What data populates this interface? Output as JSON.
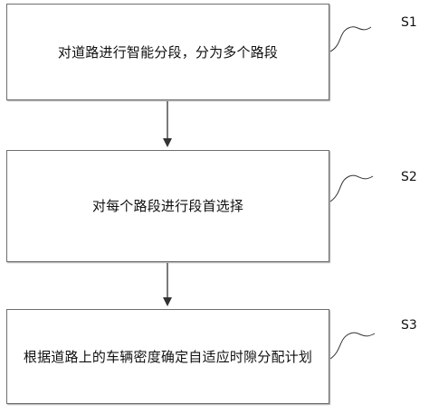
{
  "steps": [
    {
      "id": "S1",
      "text": "对道路进行智能分段，分为多个路段"
    },
    {
      "id": "S2",
      "text": "对每个路段进行段首选择"
    },
    {
      "id": "S3",
      "text": "根据道路上的车辆密度确定自适应时隙分配计划"
    }
  ],
  "colors": {
    "box_border": "#6e6e6e",
    "arrow": "#333333",
    "text": "#111111"
  }
}
